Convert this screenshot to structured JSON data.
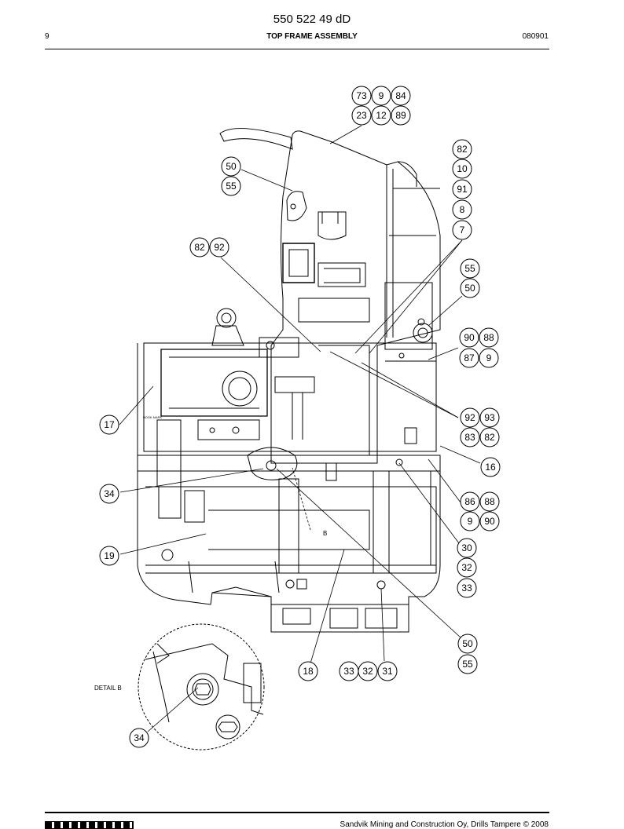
{
  "header": {
    "doc_number": "550 522 49 dD",
    "page_number": "9",
    "title": "TOP FRAME ASSEMBLY",
    "date_code": "080901"
  },
  "footer": {
    "text": "Sandvik Mining and Construction Oy, Drills Tampere © 2008"
  },
  "drawing": {
    "detail_label": "DETAIL B",
    "section_mark": "B",
    "small_text": "BOOK MARK"
  },
  "callouts": [
    "73",
    "9",
    "84",
    "23",
    "12",
    "89",
    "82",
    "10",
    "91",
    "8",
    "7",
    "50",
    "55",
    "82",
    "92",
    "55",
    "50",
    "90",
    "88",
    "87",
    "9",
    "92",
    "93",
    "83",
    "82",
    "16",
    "17",
    "34",
    "86",
    "88",
    "9",
    "90",
    "19",
    "30",
    "32",
    "33",
    "50",
    "55",
    "18",
    "33",
    "32",
    "31",
    "34"
  ]
}
